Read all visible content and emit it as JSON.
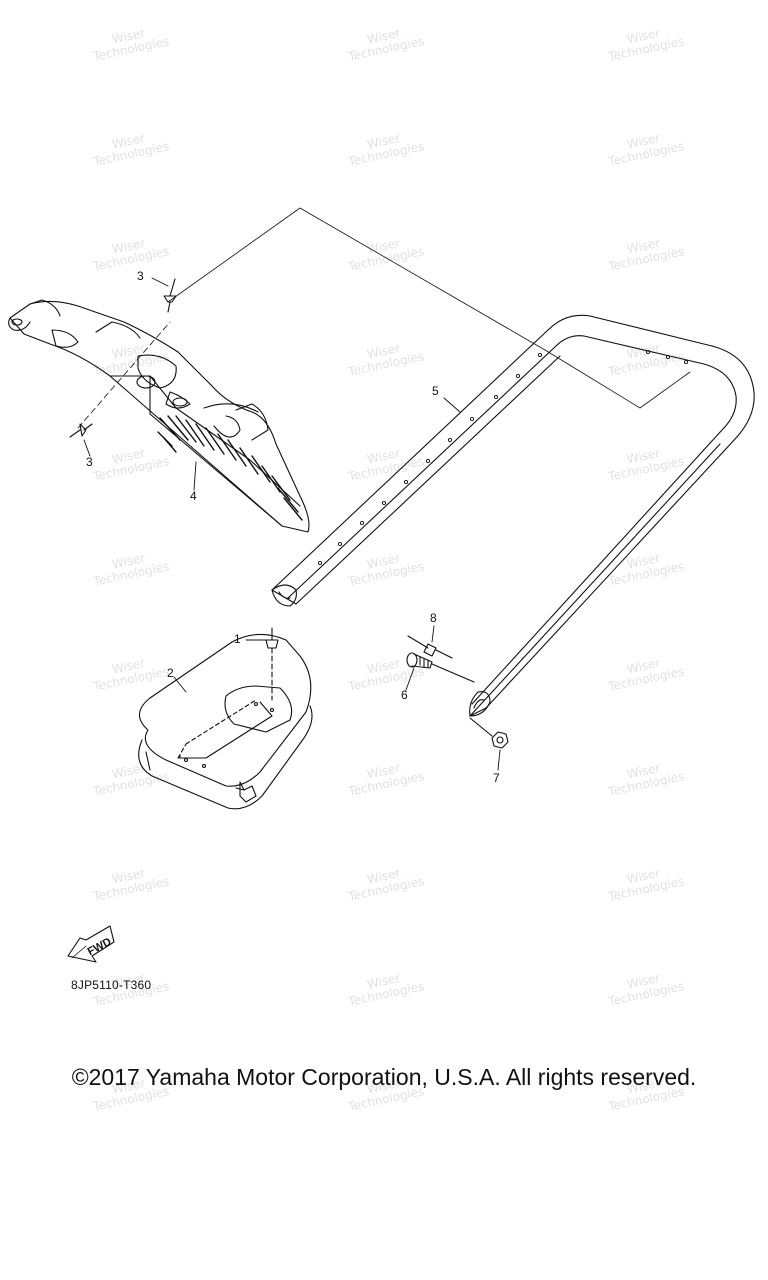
{
  "watermark": {
    "line1": "Wiser",
    "line2": "Technologies"
  },
  "callouts": [
    "1",
    "2",
    "3",
    "3",
    "4",
    "5",
    "6",
    "7",
    "8"
  ],
  "fwd_label": "FWD",
  "diagram_code": "8JP5110-T360",
  "copyright": "©2017 Yamaha Motor Corporation, U.S.A. All rights reserved."
}
